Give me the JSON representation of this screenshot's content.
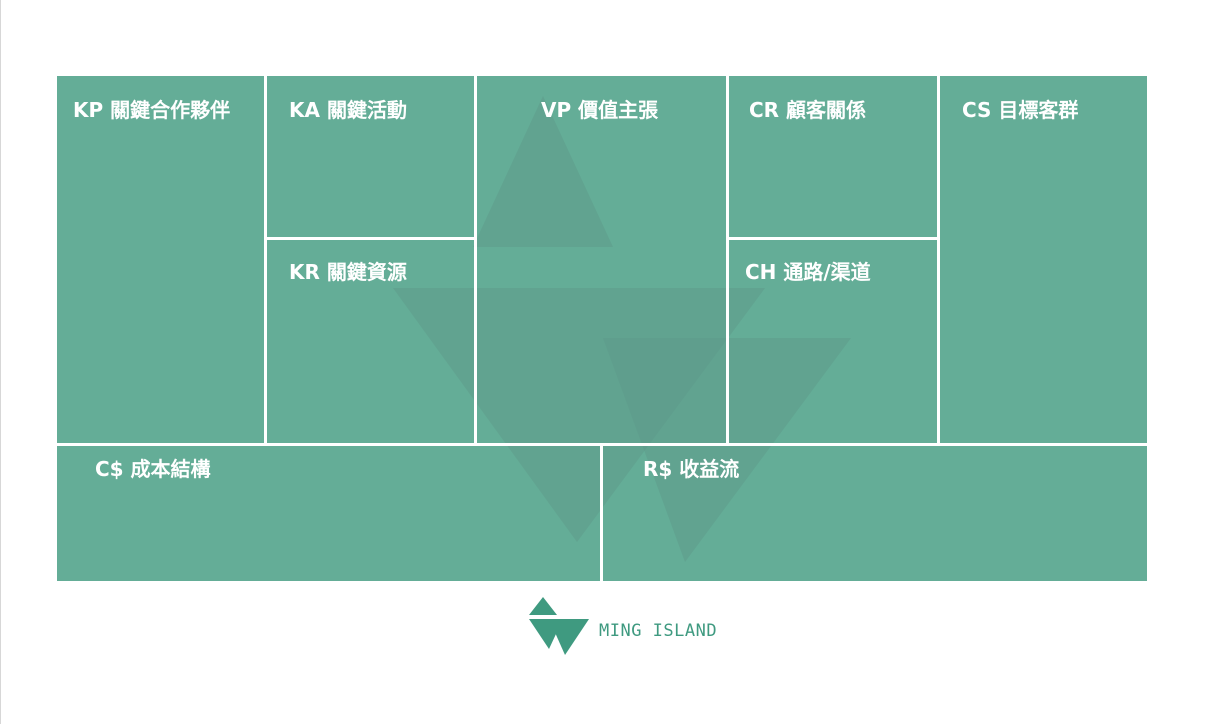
{
  "canvas": {
    "color": "#64ad97",
    "blocks": {
      "kp": "KP 關鍵合作夥伴",
      "ka": "KA 關鍵活動",
      "kr": "KR 關鍵資源",
      "vp": "VP 價值主張",
      "cr": "CR 顧客關係",
      "ch": "CH 通路/渠道",
      "cs": "CS 目標客群",
      "cost": "C$ 成本結構",
      "revenue": "R$ 收益流"
    }
  },
  "logo": {
    "text": "MING ISLAND",
    "color": "#3f9a80",
    "icon": "triangle-mountain-icon"
  }
}
